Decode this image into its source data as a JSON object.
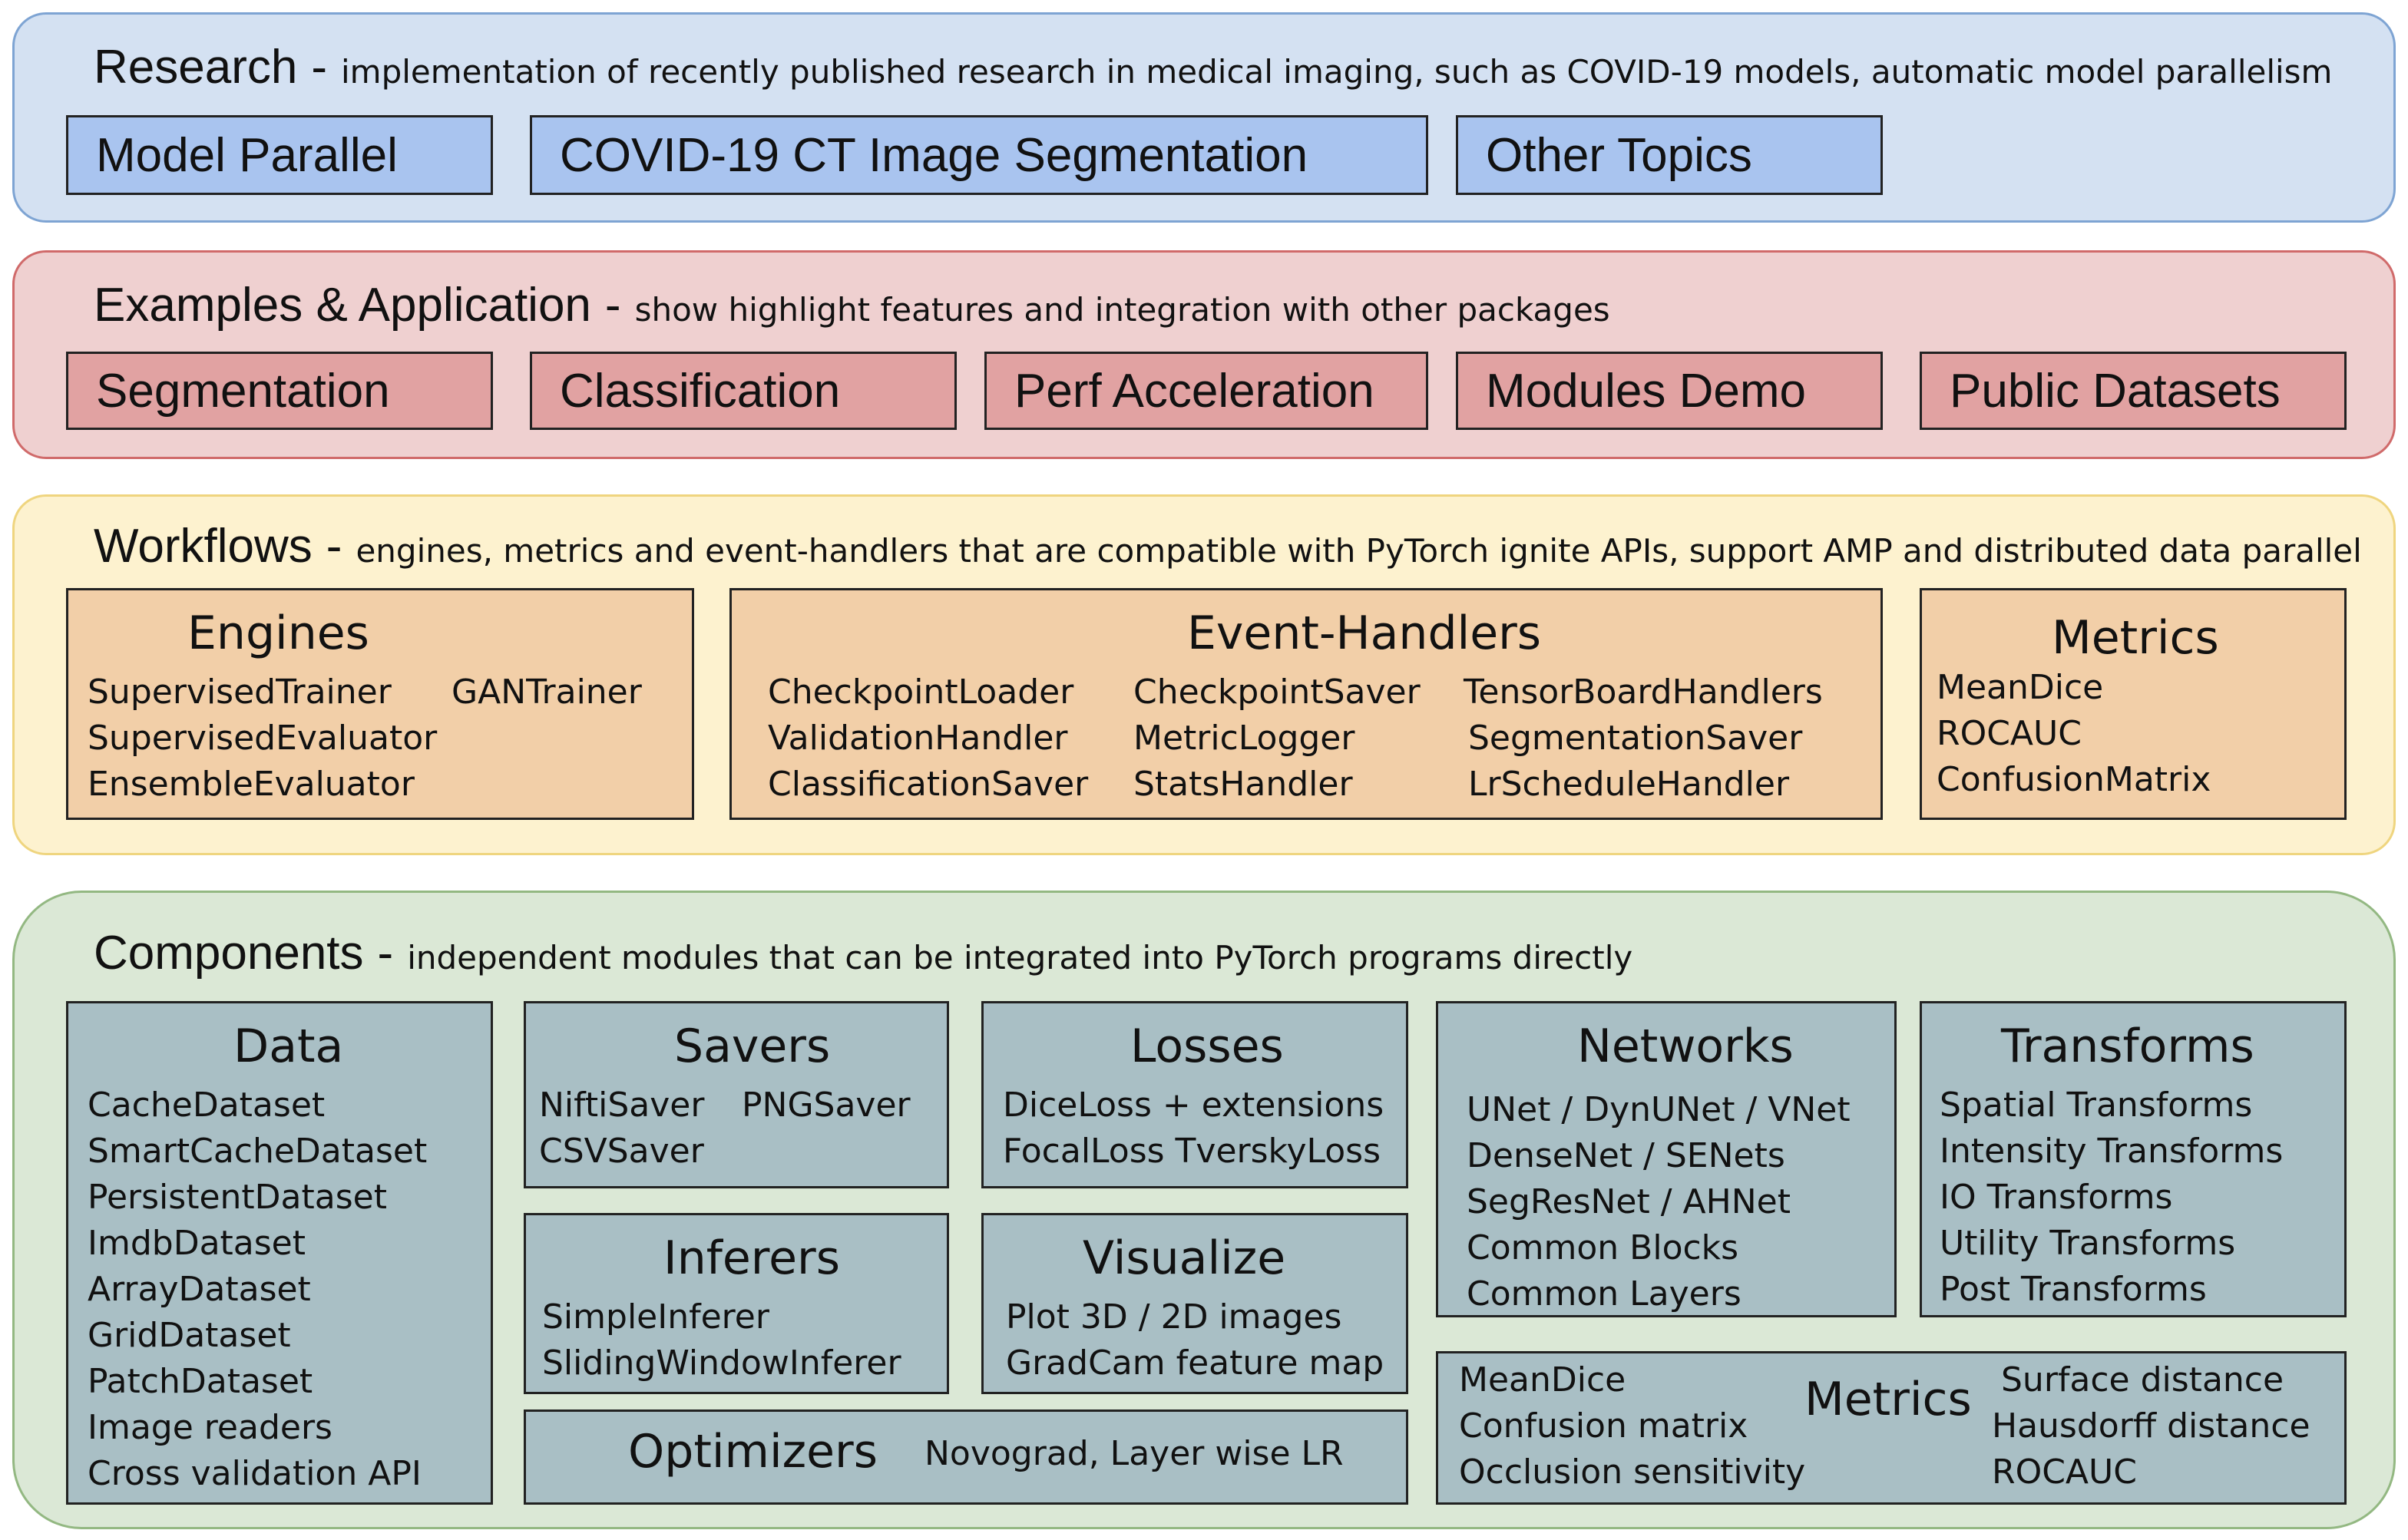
{
  "research": {
    "title": "Research",
    "separator": "-",
    "description": "implementation of recently published research in medical imaging, such as COVID-19 models, automatic model parallelism",
    "buttons": [
      "Model Parallel",
      "COVID-19 CT Image Segmentation",
      "Other Topics"
    ],
    "fill_color": "#d4e1f2",
    "button_color": "#a9c4ef"
  },
  "examples": {
    "title": "Examples & Application",
    "separator": "-",
    "description": "show highlight features and integration with other packages",
    "buttons": [
      "Segmentation",
      "Classification",
      "Perf Acceleration",
      "Modules Demo",
      "Public Datasets"
    ],
    "fill_color": "#efd0d0",
    "button_color": "#e1a2a2"
  },
  "workflows": {
    "title": "Workflows",
    "separator": "-",
    "description": "engines, metrics and event-handlers that are compatible with PyTorch ignite APIs, support AMP and distributed data parallel",
    "engines": {
      "title": "Engines",
      "items": [
        "SupervisedTrainer",
        "GANTrainer",
        "SupervisedEvaluator",
        "EnsembleEvaluator"
      ]
    },
    "event_handlers": {
      "title": "Event-Handlers",
      "items": [
        "CheckpointLoader",
        "CheckpointSaver",
        "TensorBoardHandlers",
        "ValidationHandler",
        "MetricLogger",
        "SegmentationSaver",
        "ClassificationSaver",
        "StatsHandler",
        "LrScheduleHandler"
      ]
    },
    "metrics": {
      "title": "Metrics",
      "items": [
        "MeanDice",
        "ROCAUC",
        "ConfusionMatrix"
      ]
    },
    "fill_color": "#fdf2cf",
    "box_color": "#f2cfa8"
  },
  "components": {
    "title": "Components",
    "separator": "-",
    "description": "independent modules that can be integrated into PyTorch programs directly",
    "data": {
      "title": "Data",
      "items": [
        "CacheDataset",
        "SmartCacheDataset",
        "PersistentDataset",
        "ImdbDataset",
        "ArrayDataset",
        "GridDataset",
        "PatchDataset",
        "Image readers",
        "Cross validation API"
      ]
    },
    "savers": {
      "title": "Savers",
      "items": [
        "NiftiSaver",
        "PNGSaver",
        "CSVSaver"
      ]
    },
    "losses": {
      "title": "Losses",
      "items": [
        "DiceLoss + extensions",
        "FocalLoss TverskyLoss"
      ]
    },
    "networks": {
      "title": "Networks",
      "items": [
        "UNet / DynUNet / VNet",
        "DenseNet / SENets",
        "SegResNet / AHNet",
        "Common Blocks",
        "Common Layers"
      ]
    },
    "transforms": {
      "title": "Transforms",
      "items": [
        "Spatial Transforms",
        "Intensity Transforms",
        "IO Transforms",
        "Utility Transforms",
        "Post Transforms"
      ]
    },
    "inferers": {
      "title": "Inferers",
      "items": [
        "SimpleInferer",
        "SlidingWindowInferer"
      ]
    },
    "visualize": {
      "title": "Visualize",
      "items": [
        "Plot 3D / 2D images",
        "GradCam feature map"
      ]
    },
    "optimizers": {
      "title": "Optimizers",
      "text": "Novograd, Layer wise LR"
    },
    "metrics": {
      "title": "Metrics",
      "items": [
        "MeanDice",
        "Confusion matrix",
        "Occlusion sensitivity",
        "Surface distance",
        "Hausdorff distance",
        "ROCAUC"
      ]
    },
    "fill_color": "#dbe8d6",
    "box_color": "#a9bfc5"
  }
}
